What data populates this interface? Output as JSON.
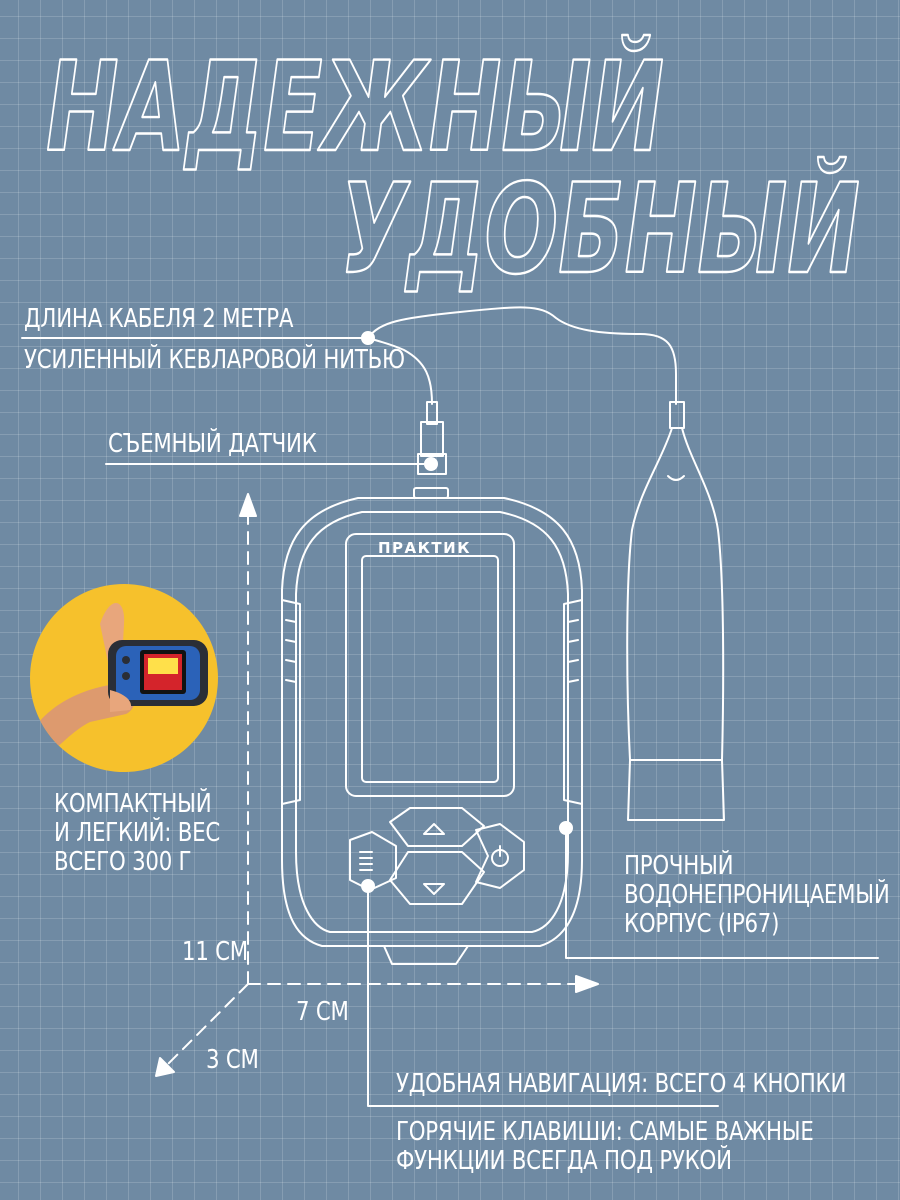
{
  "headline": {
    "line1": "НАДЕЖНЫЙ",
    "line2": "УДОБНЫЙ"
  },
  "callouts": {
    "cable_length": "ДЛИНА КАБЕЛЯ 2 МЕТРА",
    "kevlar": "УСИЛЕННЫЙ КЕВЛАРОВОЙ НИТЬЮ",
    "sensor": "СЪЕМНЫЙ ДАТЧИК",
    "compact": [
      "КОМПАКТНЫЙ",
      "И ЛЕГКИЙ: ВЕС",
      "ВСЕГО 300 Г"
    ],
    "waterproof": [
      "ПРОЧНЫЙ",
      "ВОДОНЕПРОНИЦАЕМЫЙ",
      "КОРПУС (IP67)"
    ],
    "navigation": "УДОБНАЯ НАВИГАЦИЯ: ВСЕГО 4 КНОПКИ",
    "hotkeys": [
      "ГОРЯЧИЕ КЛАВИШИ: САМЫЕ ВАЖНЫЕ",
      "ФУНКЦИИ ВСЕГДА ПОД РУКОЙ"
    ]
  },
  "dimensions": {
    "height": "11 СМ",
    "width": "7 СМ",
    "depth": "3 СМ"
  },
  "device": {
    "brand": "ПРАКТИК"
  },
  "colors": {
    "background": "#6f8aa3",
    "line": "#ffffff",
    "accent_circle": "#f6c12c"
  }
}
